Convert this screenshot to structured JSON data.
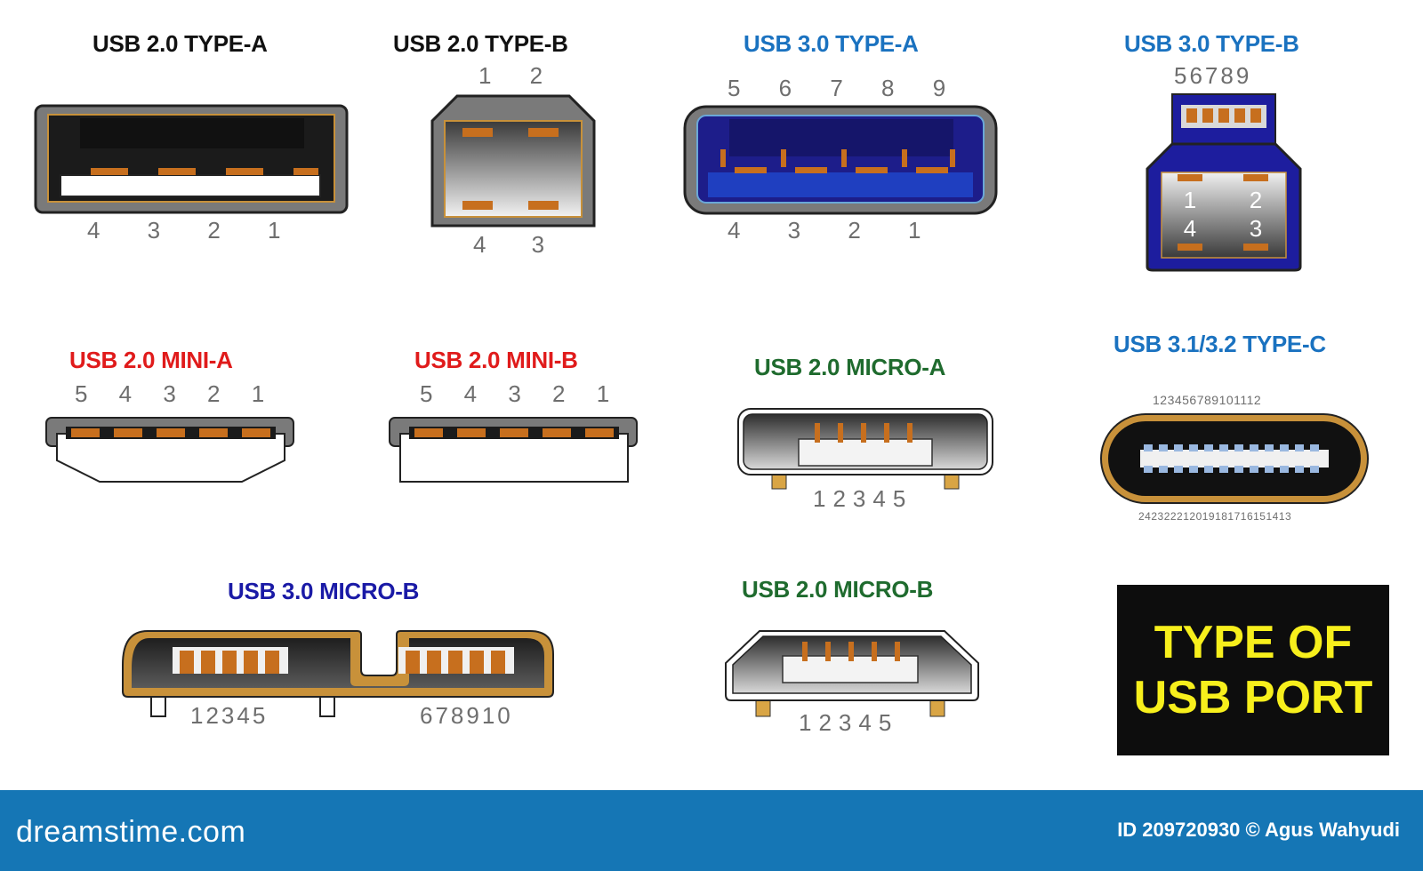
{
  "colors": {
    "black_title": "#111111",
    "blue_title": "#1a72c0",
    "red_title": "#e01b1b",
    "green_title": "#1f6b2e",
    "navy_title": "#1a1aa6",
    "pin": "#c76f1e",
    "gold": "#c8913a",
    "footer": "#1576b5",
    "badge_text": "#f7ef1c"
  },
  "connectors": [
    {
      "name": "usb2-type-a",
      "title": "USB 2.0 TYPE-A",
      "color": "#111111",
      "pins_top": "",
      "pins_bottom": "4 3 2 1"
    },
    {
      "name": "usb2-type-b",
      "title": "USB 2.0 TYPE-B",
      "color": "#111111",
      "pins_top": "1 2",
      "pins_bottom": "4 3"
    },
    {
      "name": "usb3-type-a",
      "title": "USB 3.0 TYPE-A",
      "color": "#1a72c0",
      "pins_top": "5 6 7 8 9",
      "pins_bottom": "4 3 2 1"
    },
    {
      "name": "usb3-type-b",
      "title": "USB 3.0 TYPE-B",
      "color": "#1a72c0",
      "pins_top": "56789",
      "inner_pins": [
        "1",
        "2",
        "4",
        "3"
      ]
    },
    {
      "name": "usb2-mini-a",
      "title": "USB 2.0 MINI-A",
      "color": "#e01b1b",
      "pins_top": "5 4 3 2 1"
    },
    {
      "name": "usb2-mini-b",
      "title": "USB 2.0 MINI-B",
      "color": "#e01b1b",
      "pins_top": "5 4 3 2 1"
    },
    {
      "name": "usb2-micro-a",
      "title": "USB 2.0 MICRO-A",
      "color": "#1f6b2e",
      "pins_bottom": "12345"
    },
    {
      "name": "usb31-type-c",
      "title": "USB 3.1/3.2 TYPE-C",
      "color": "#1a72c0",
      "pins_top": "123456789101112",
      "pins_bottom": "242322212019181716151413"
    },
    {
      "name": "usb3-micro-b",
      "title": "USB 3.0 MICRO-B",
      "color": "#1a1aa6",
      "pins_bottom_left": "12345",
      "pins_bottom_right": "678910"
    },
    {
      "name": "usb2-micro-b",
      "title": "USB 2.0 MICRO-B",
      "color": "#1f6b2e",
      "pins_bottom": "12345"
    }
  ],
  "badge": {
    "text": "TYPE OF\nUSB PORT"
  },
  "footer": {
    "logo": "dreamstime.com",
    "credit": "ID 209720930 © Agus Wahyudi"
  }
}
